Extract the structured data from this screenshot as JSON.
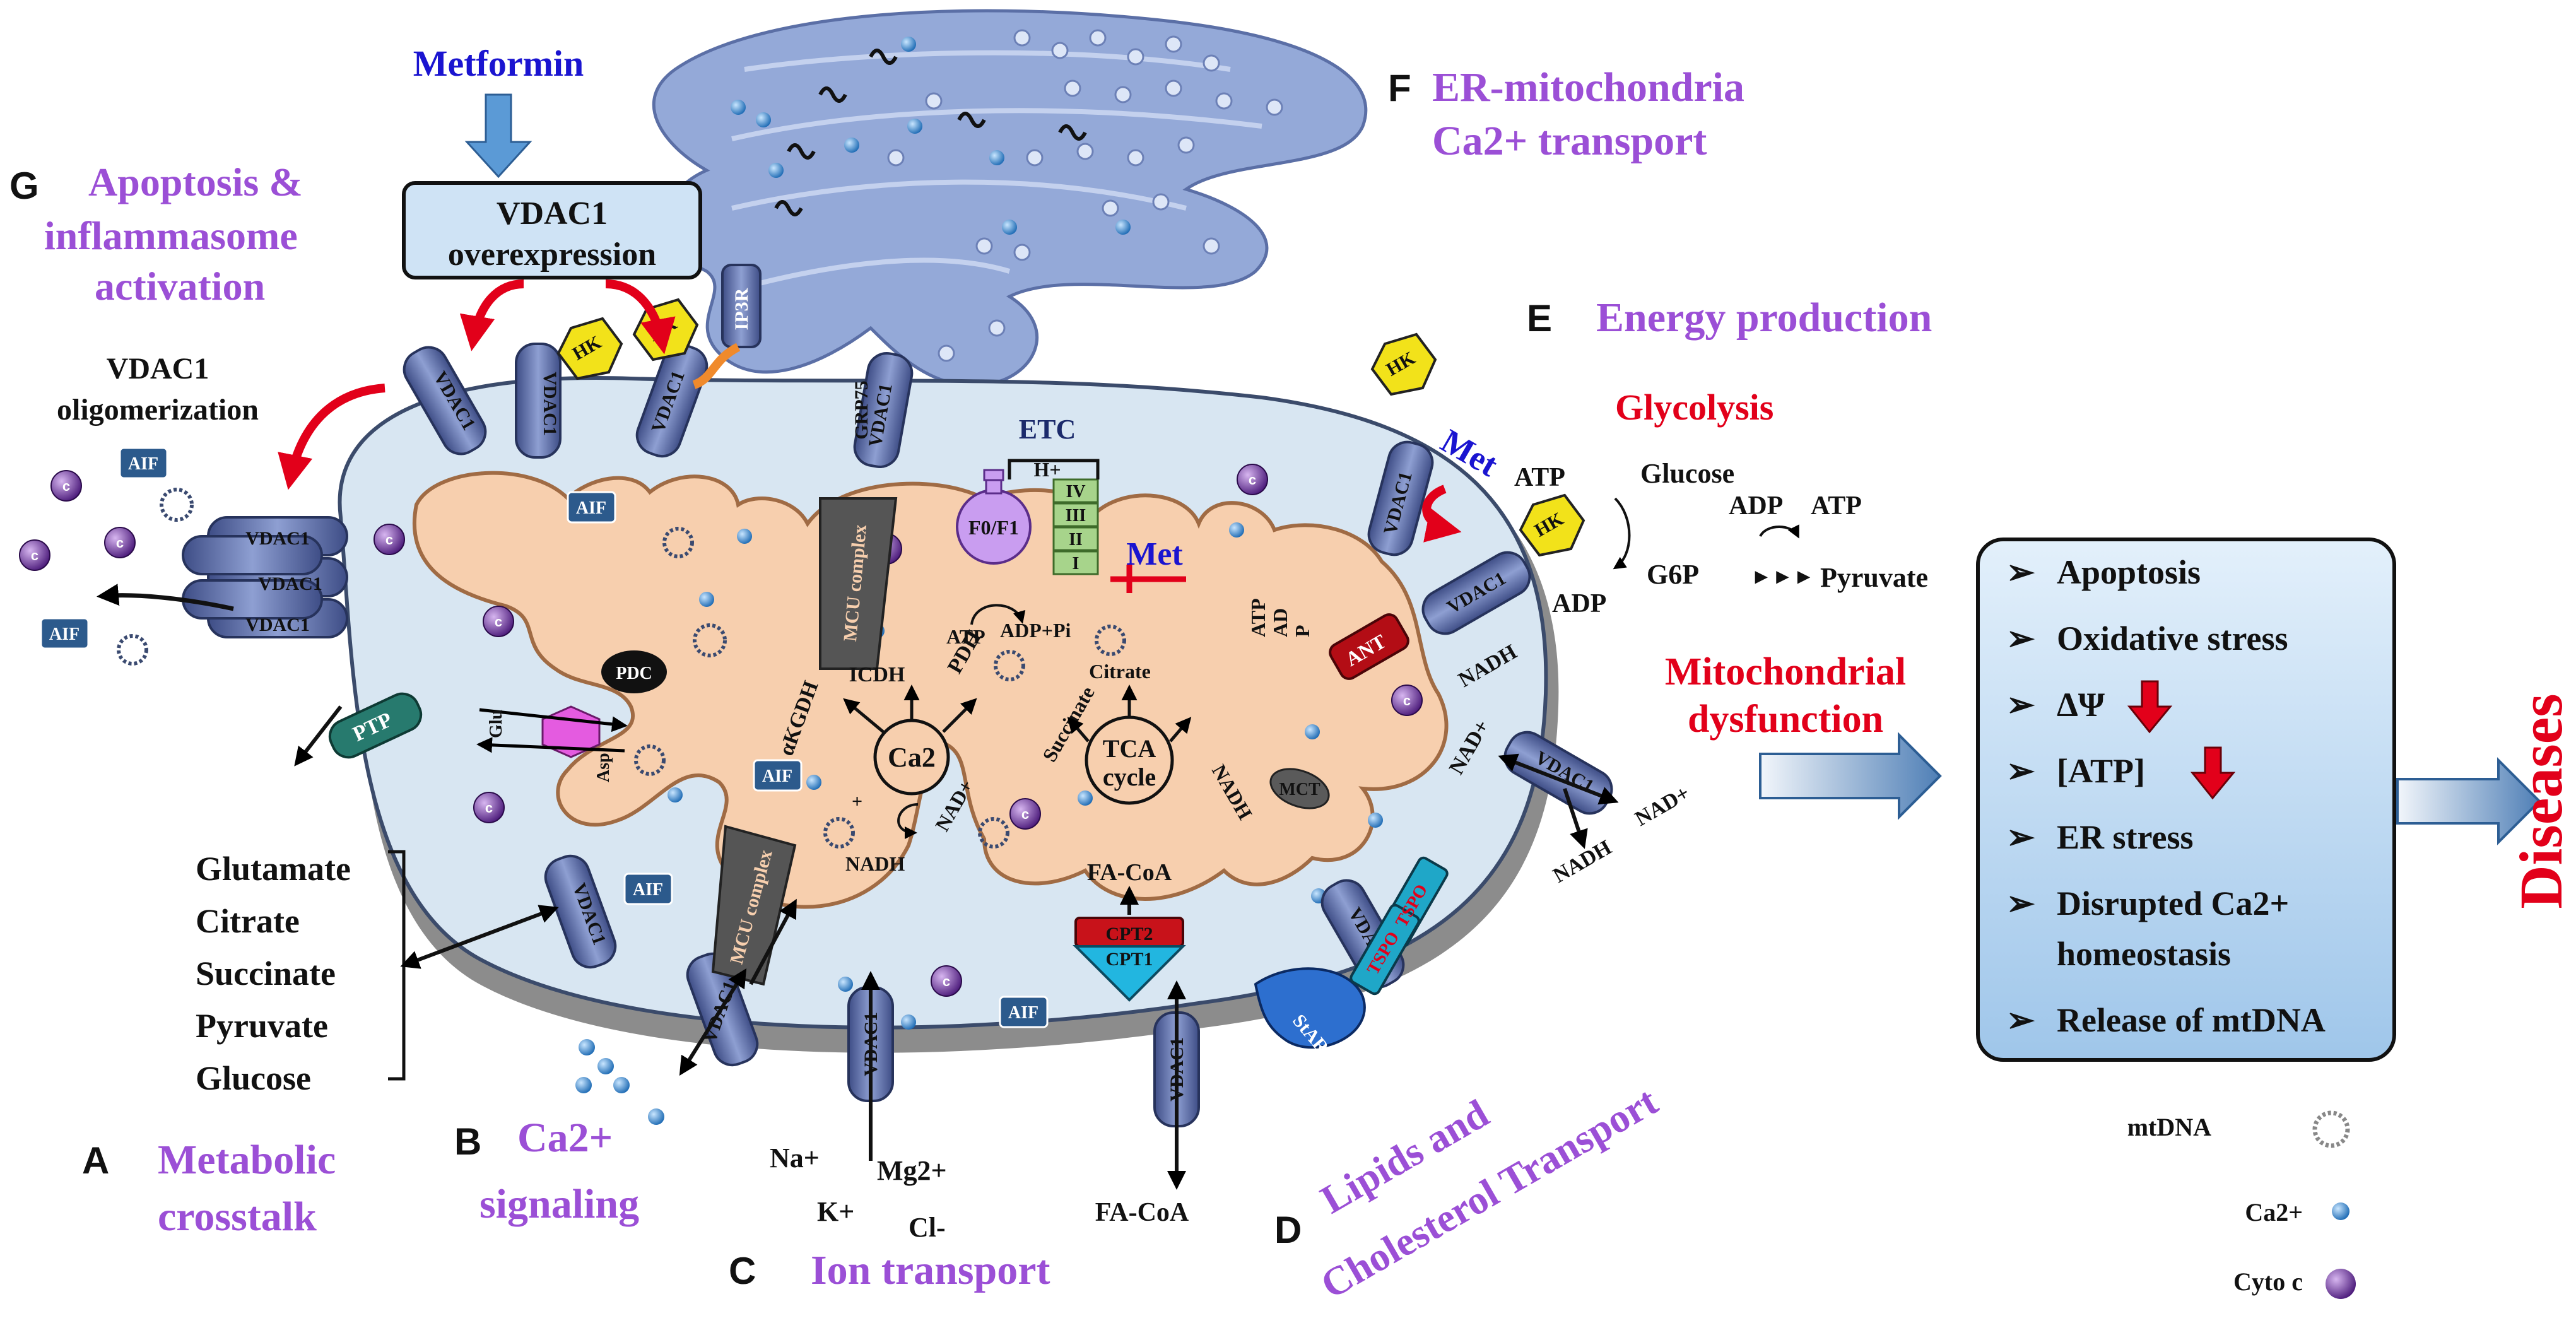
{
  "sections": {
    "A": {
      "letter": "A",
      "title_line1": "Metabolic",
      "title_line2": "crosstalk"
    },
    "B": {
      "letter": "B",
      "title_line1": "Ca2+",
      "title_line2": "signaling"
    },
    "C": {
      "letter": "C",
      "title": "Ion transport"
    },
    "D": {
      "letter": "D",
      "title_line1": "Lipids and",
      "title_line2": "Cholesterol Transport"
    },
    "E": {
      "letter": "E",
      "title": "Energy production"
    },
    "F": {
      "letter": "F",
      "title_line1": "ER-mitochondria",
      "title_line2": "Ca2+ transport"
    },
    "G": {
      "letter": "G",
      "title_line1": "Apoptosis &",
      "title_line2": "inflammasome",
      "title_line3": "activation"
    }
  },
  "drug": {
    "metformin": "Metformin",
    "met": "Met",
    "vdac1_overexpression_line1": "VDAC1",
    "vdac1_overexpression_line2": "overexpression"
  },
  "apoptosis": {
    "oligomerization_line1": "VDAC1",
    "oligomerization_line2": "oligomerization",
    "aif": "AIF",
    "cyto_c": "c",
    "ptp": "PTP",
    "pdc": "PDC"
  },
  "proteins": {
    "vdac1": "VDAC1",
    "hk": "HK",
    "grp75": "GRP75",
    "ip3r": "IP3R",
    "mcu": "MCU complex",
    "ant": "ANT",
    "mct": "MCT",
    "cpt1": "CPT1",
    "cpt2": "CPT2",
    "star": "StAR",
    "tspo": "TSPO",
    "f0f1": "F0/F1",
    "etc": "ETC",
    "h_plus": "H+",
    "complexes": [
      "IV",
      "III",
      "II",
      "I"
    ]
  },
  "metabolism": {
    "tca": "TCA",
    "tca_cycle": "cycle",
    "ca2": "Ca2",
    "icdh": "ICDH",
    "pdh": "PDH",
    "akgdh": "αKGDH",
    "succinate": "Succinate",
    "citrate": "Citrate",
    "nadh": "NADH",
    "nad_plus": "NAD+",
    "atp": "ATP",
    "adp": "ADP",
    "adp_pi": "ADP+Pi",
    "atp_adp_line1": "ATP",
    "atp_adp_line2": "AD",
    "atp_adp_line3": "P",
    "fa_coa": "FA-CoA",
    "glu": "Glu",
    "asp": "Asp",
    "plus": "+"
  },
  "metabolites": [
    "Glutamate",
    "Citrate",
    "Succinate",
    "Pyruvate",
    "Glucose"
  ],
  "ions": {
    "na": "Na+",
    "mg": "Mg2+",
    "k": "K+",
    "cl": "Cl-"
  },
  "glycolysis": {
    "title": "Glycolysis",
    "glucose": "Glucose",
    "adp": "ADP",
    "atp": "ATP",
    "g6p": "G6P",
    "arrows": "►►►",
    "pyruvate": "Pyruvate"
  },
  "dysfunction": {
    "line1": "Mitochondrial",
    "line2": "dysfunction"
  },
  "outcomes": [
    "Apoptosis",
    "Oxidative stress",
    "ΔΨ",
    "[ATP]",
    "ER stress",
    "Disrupted Ca2+",
    "homeostasis",
    "Release of mtDNA"
  ],
  "diseases": "Diseases",
  "legend": {
    "mtdna": "mtDNA",
    "ca": "Ca2+",
    "cytoc": "Cyto c"
  },
  "colors": {
    "section_title": "#9b4fd6",
    "drug_blue": "#1a14d0",
    "red": "#e2001a",
    "outer_membrane": "#d8e6f2",
    "matrix": "#f7cfae",
    "vdac": "#6f7fb4",
    "hk": "#f2e21a",
    "er": "#94a9d8",
    "box": "#cfe3f5"
  }
}
